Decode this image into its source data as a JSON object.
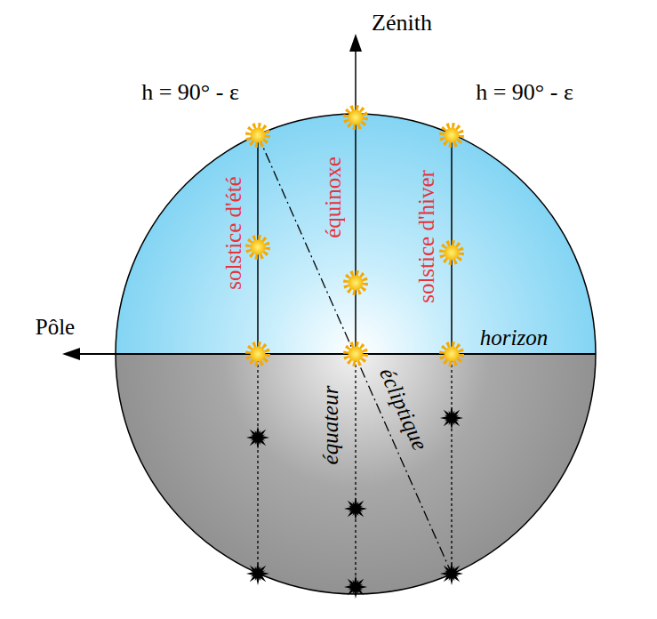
{
  "diagram": {
    "labels": [
      "Zénith",
      "h = 90° - ε",
      "h = 90° - ε",
      "solstice d'été",
      "équinoxe",
      "solstice d'hiver",
      "Pôle",
      "horizon",
      "équateur",
      "écliptique"
    ]
  }
}
